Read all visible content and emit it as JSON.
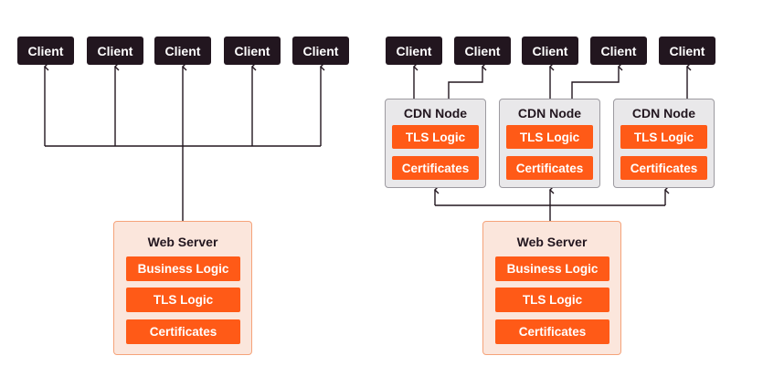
{
  "colors": {
    "client_bg": "#22161f",
    "accent_orange": "#ff5a17",
    "server_bg": "#fbe6dc",
    "server_border": "#f5a37a",
    "cdn_bg": "#e9e8ea",
    "line": "#22161f"
  },
  "left": {
    "clients": [
      "Client",
      "Client",
      "Client",
      "Client",
      "Client"
    ],
    "server": {
      "title": "Web Server",
      "items": [
        "Business Logic",
        "TLS Logic",
        "Certificates"
      ]
    }
  },
  "right": {
    "clients": [
      "Client",
      "Client",
      "Client",
      "Client",
      "Client"
    ],
    "cdn_nodes": [
      {
        "title": "CDN Node",
        "items": [
          "TLS Logic",
          "Certificates"
        ]
      },
      {
        "title": "CDN Node",
        "items": [
          "TLS Logic",
          "Certificates"
        ]
      },
      {
        "title": "CDN Node",
        "items": [
          "TLS Logic",
          "Certificates"
        ]
      }
    ],
    "server": {
      "title": "Web Server",
      "items": [
        "Business Logic",
        "TLS Logic",
        "Certificates"
      ]
    }
  }
}
